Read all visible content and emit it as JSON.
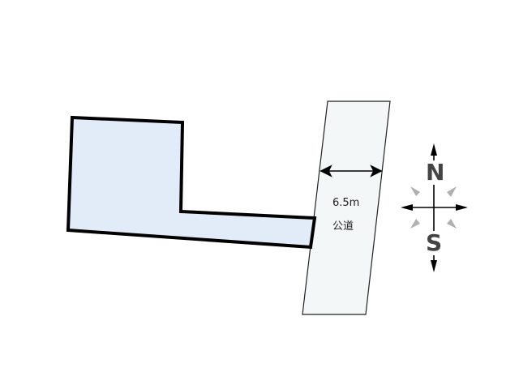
{
  "road": {
    "width_label": "6.5m",
    "type_label": "公道"
  },
  "compass": {
    "north": "N",
    "south": "S"
  },
  "colors": {
    "plot_fill": "#e1ecf8",
    "road_fill": "#f4f7f7",
    "outline": "#000000",
    "compass_ray": "#b0b0b0"
  }
}
